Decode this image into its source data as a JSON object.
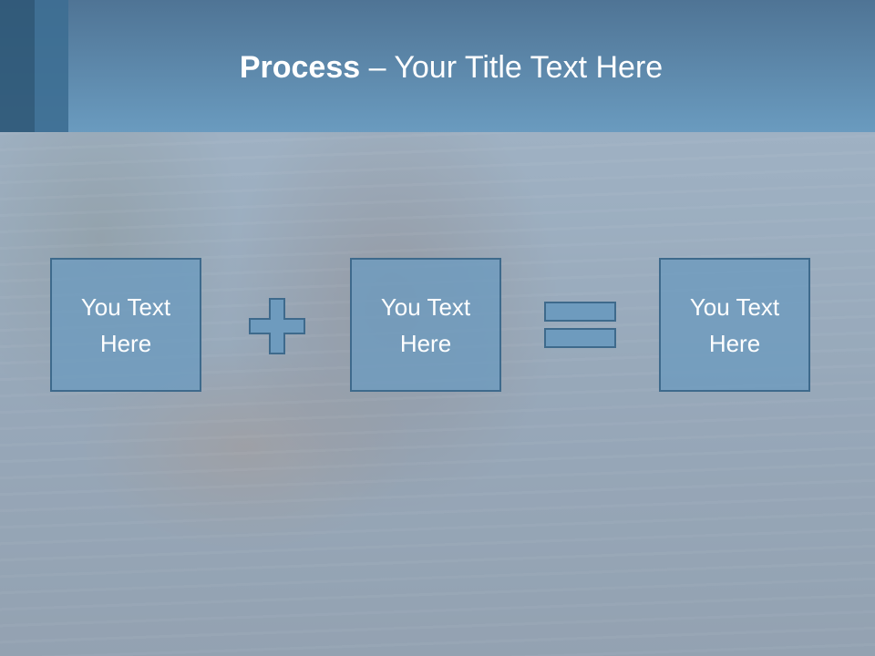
{
  "slide": {
    "title_bold": "Process",
    "title_rest": " – Your Title Text Here",
    "boxes": [
      {
        "text": "You Text\nHere"
      },
      {
        "text": "You Text\nHere"
      },
      {
        "text": "You Text\nHere"
      }
    ],
    "operators": [
      "plus-icon",
      "equals-icon"
    ],
    "colors": {
      "header": "#6a9bbf",
      "box_fill": "#6e9bbe",
      "box_border": "#3e6a8c",
      "text": "#ffffff"
    }
  }
}
